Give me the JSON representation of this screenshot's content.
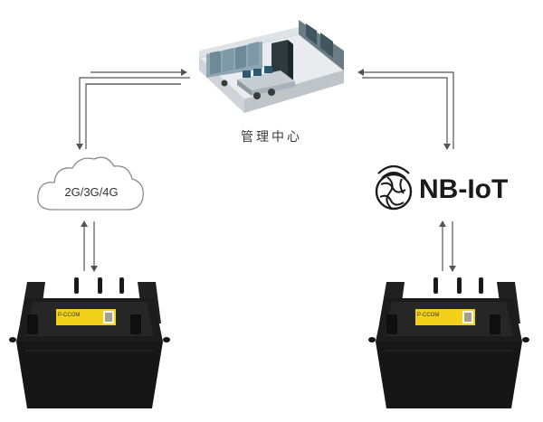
{
  "center": {
    "label": "管理中心"
  },
  "left_network": {
    "label": "2G/3G/4G",
    "icon": "cloud-icon"
  },
  "right_network": {
    "label": "NB-IoT",
    "icon": "nb-iot-globe-icon"
  },
  "device": {
    "label_text": "P-CCOM",
    "label_color": "#f2d11a",
    "body_color": "#161616"
  },
  "colors": {
    "arrow": "#555555",
    "cloud_stroke": "#8a8a8a"
  }
}
